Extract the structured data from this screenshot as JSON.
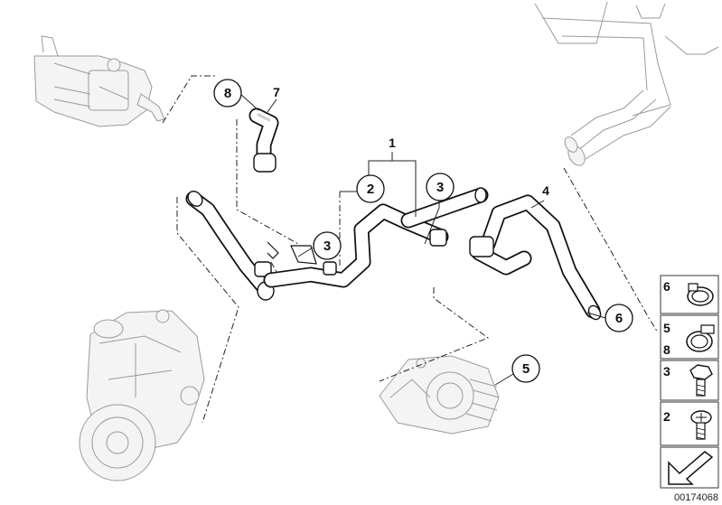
{
  "diagram": {
    "callouts": {
      "c8": "8",
      "c2": "2",
      "c3a": "3",
      "c3b": "3",
      "c6": "6",
      "c5": "5"
    },
    "labels": {
      "l7": "7",
      "l1": "1",
      "l4": "4"
    },
    "legend": [
      {
        "number": "6"
      },
      {
        "number": "5",
        "number2": "8"
      },
      {
        "number": "3"
      },
      {
        "number": "2"
      }
    ],
    "diagram_id": "00174068"
  }
}
